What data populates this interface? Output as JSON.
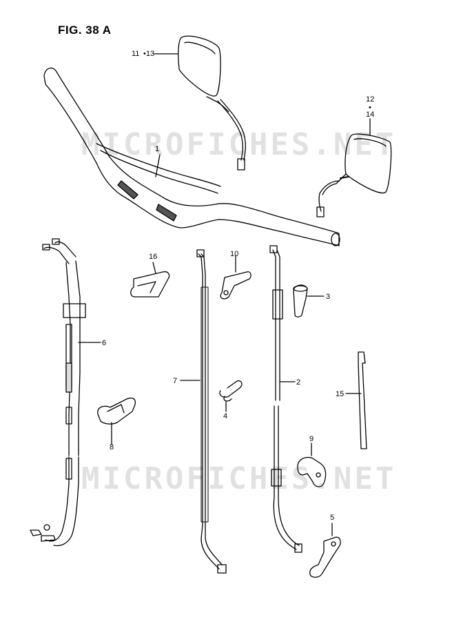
{
  "figure": {
    "title": "FIG. 38 A"
  },
  "watermarks": [
    "MICROFICHES.NET",
    "MICROFICHES.NET"
  ],
  "callouts": {
    "c1": "1",
    "c2": "2",
    "c3": "3",
    "c4": "4",
    "c5": "5",
    "c6": "6",
    "c7": "7",
    "c8": "8",
    "c9": "9",
    "c10": "10",
    "c11": "11",
    "c11dot": "•13",
    "c12": "12",
    "c12dot": "•",
    "c14": "14",
    "c15": "15",
    "c16": "16"
  },
  "colors": {
    "line": "#000000",
    "watermark": "#aaaaaa",
    "background": "#ffffff"
  }
}
